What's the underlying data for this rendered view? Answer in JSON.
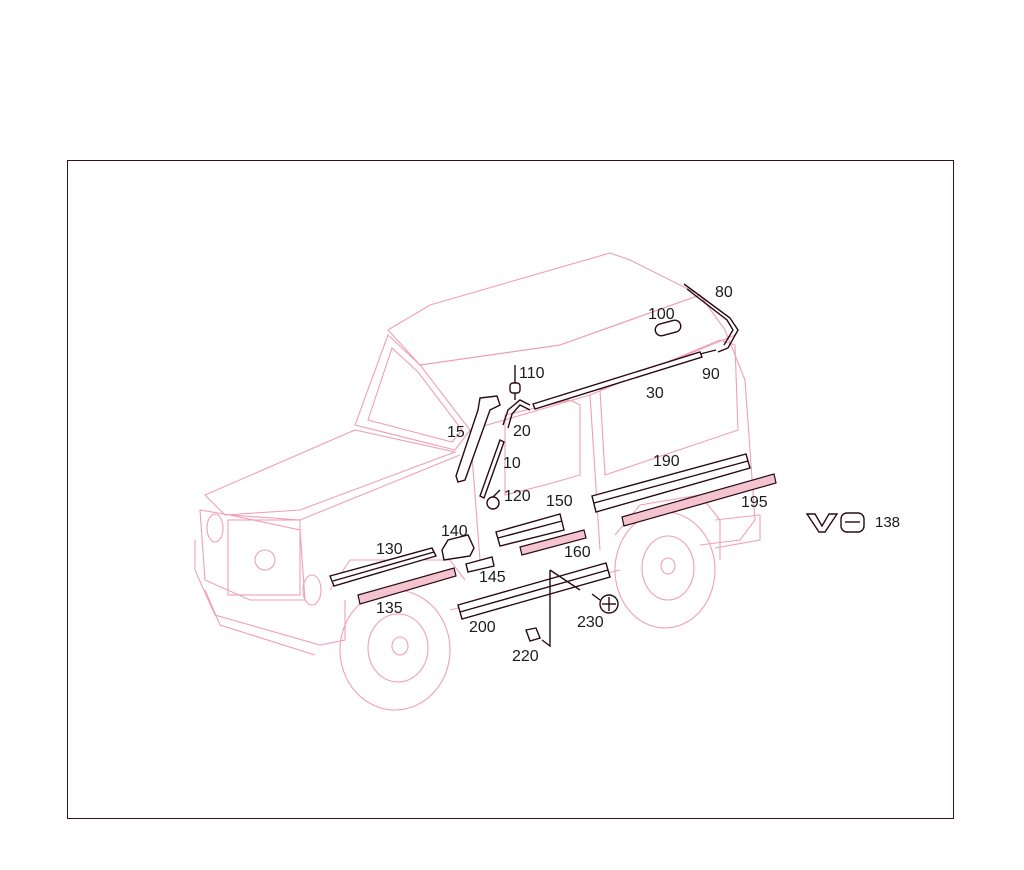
{
  "diagram": {
    "colors": {
      "vehicle_outline": "#f0a0b4",
      "part_outline": "#2a0a14",
      "part_fill": "#f3c3cf",
      "frame_border": "#3a1020"
    },
    "badge": {
      "emblem": "V8",
      "number": "138"
    },
    "callouts": {
      "c10": "10",
      "c15": "15",
      "c20": "20",
      "c30": "30",
      "c80": "80",
      "c90": "90",
      "c100": "100",
      "c110": "110",
      "c120": "120",
      "c130": "130",
      "c135": "135",
      "c140": "140",
      "c145": "145",
      "c150": "150",
      "c160": "160",
      "c190": "190",
      "c195": "195",
      "c200": "200",
      "c220": "220",
      "c230": "230"
    }
  }
}
